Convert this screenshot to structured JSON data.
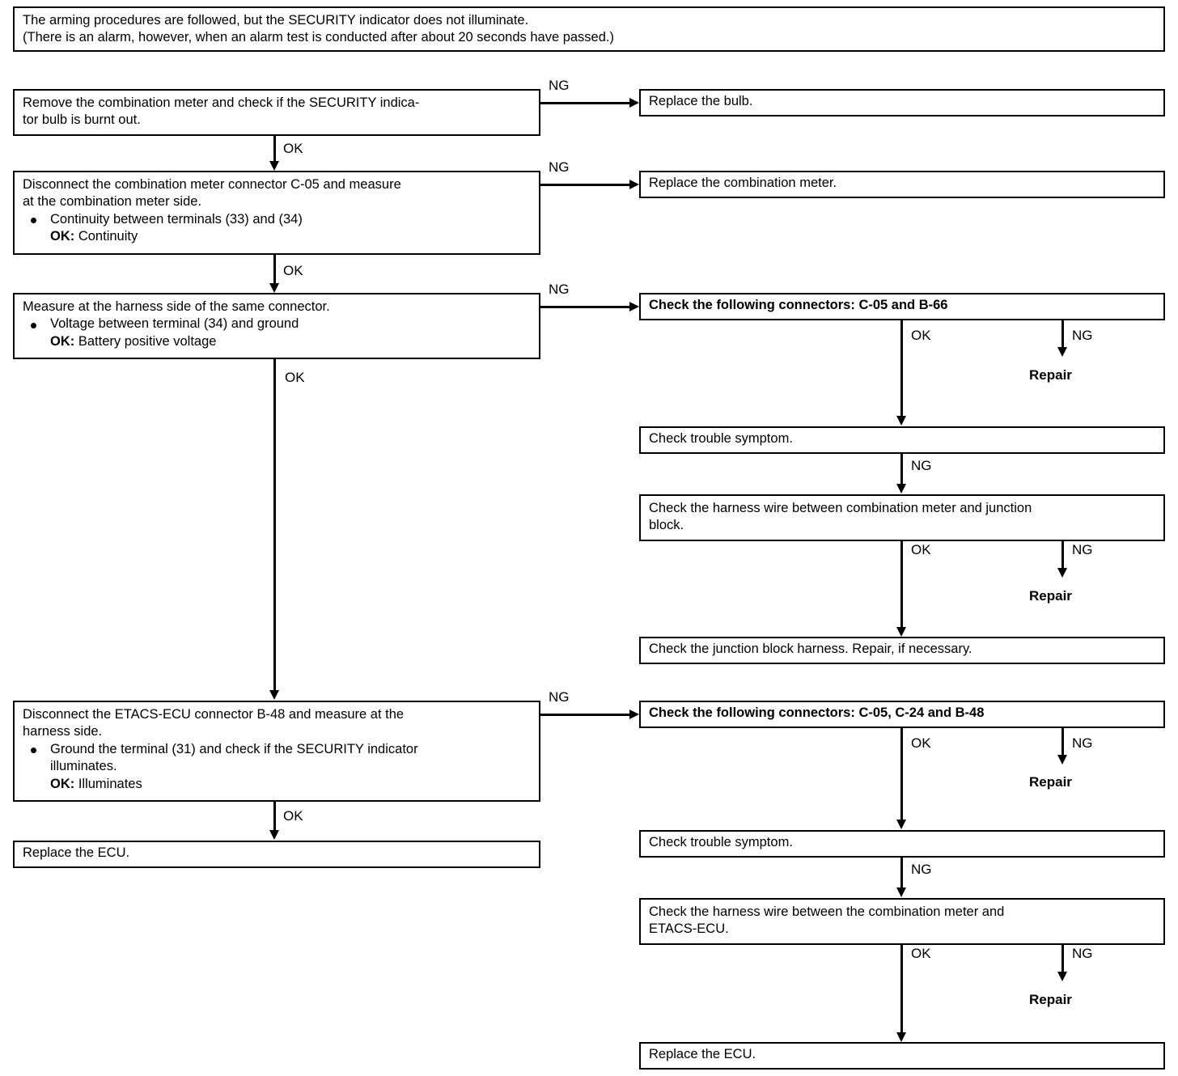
{
  "header": {
    "line1": "The arming procedures are followed, but the SECURITY indicator does not illuminate.",
    "line2": "(There is an alarm, however, when an alarm test is conducted after about 20 seconds have passed.)"
  },
  "left_column": {
    "step1": {
      "line1": "Remove the combination meter and check if the SECURITY indica-",
      "line2": "tor bulb is burnt out."
    },
    "step2": {
      "line1": "Disconnect the combination meter connector C-05 and measure",
      "line2": "at the combination meter side.",
      "bullet": "Continuity between terminals (33) and (34)",
      "sub_label": "OK:",
      "sub_value": "Continuity"
    },
    "step3": {
      "line1": "Measure at the harness side of the same connector.",
      "bullet": "Voltage between terminal (34) and ground",
      "sub_label": "OK:",
      "sub_value": "Battery positive voltage"
    },
    "step4": {
      "line1": "Disconnect the ETACS-ECU connector B-48 and measure at the",
      "line2": "harness side.",
      "bullet_line1": "Ground the terminal (31) and check if the SECURITY indicator",
      "bullet_line2": "illuminates.",
      "sub_label": "OK:",
      "sub_value": "Illuminates"
    },
    "step5": {
      "line1": "Replace the ECU."
    }
  },
  "right_column": {
    "replace_bulb": "Replace the bulb.",
    "replace_combination_meter": "Replace the combination meter.",
    "connectors_a": "Check the following connectors: C-05 and B-66",
    "trouble_symptom_a": "Check trouble symptom.",
    "harness_wire_a": {
      "line1": "Check the harness wire between combination meter and junction",
      "line2": "block."
    },
    "junction_block": "Check the junction block harness. Repair, if necessary.",
    "connectors_b": "Check the following connectors:  C-05, C-24 and B-48",
    "trouble_symptom_b": "Check trouble symptom.",
    "harness_wire_b": {
      "line1": "Check the harness wire between the combination meter and",
      "line2": "ETACS-ECU."
    },
    "replace_ecu_b": "Replace the ECU."
  },
  "labels": {
    "ok": "OK",
    "ng": "NG",
    "repair": "Repair"
  },
  "colors": {
    "stroke": "#000000",
    "background": "#ffffff"
  }
}
